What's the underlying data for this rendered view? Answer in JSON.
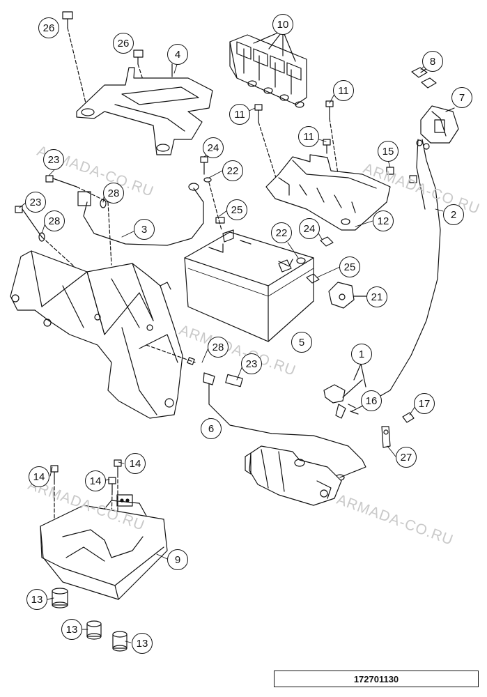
{
  "watermark": "ARMADA-CO.RU",
  "document_number": "172701130",
  "callouts": [
    "26",
    "26",
    "4",
    "10",
    "8",
    "7",
    "11",
    "11",
    "11",
    "24",
    "22",
    "25",
    "15",
    "2",
    "23",
    "28",
    "23",
    "28",
    "3",
    "22",
    "24",
    "12",
    "25",
    "21",
    "5",
    "1",
    "28",
    "23",
    "16",
    "17",
    "27",
    "6",
    "14",
    "14",
    "14",
    "9",
    "13",
    "13",
    "13"
  ]
}
